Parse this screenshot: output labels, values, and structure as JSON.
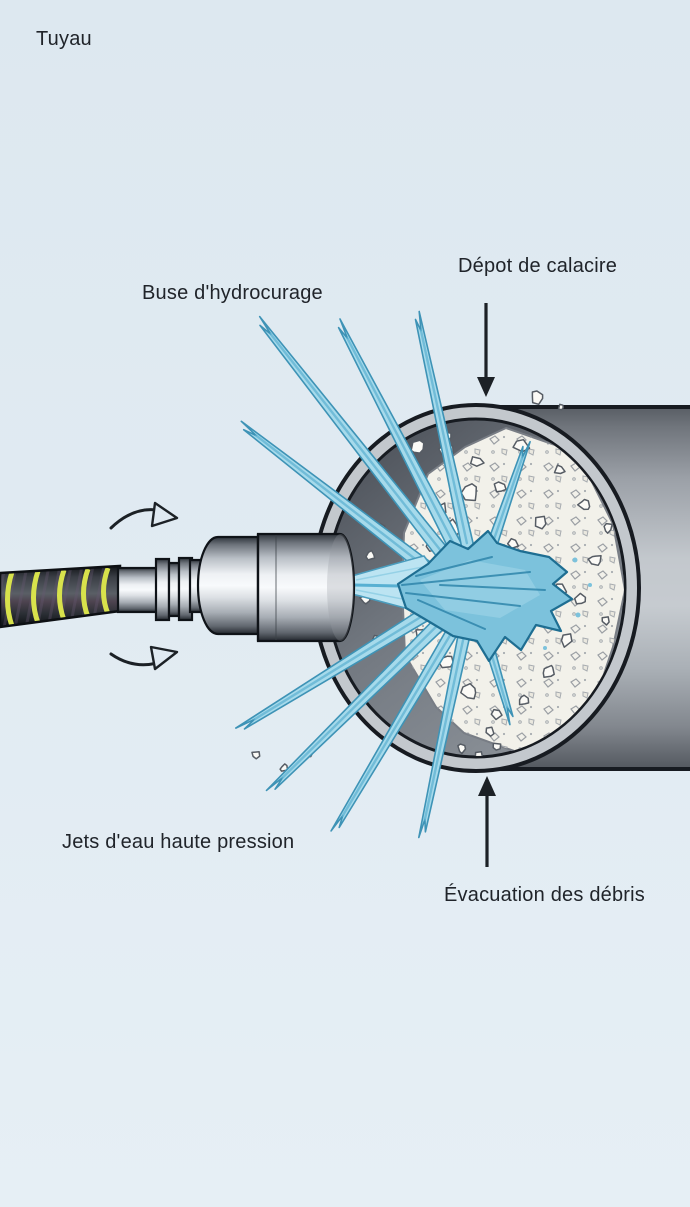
{
  "labels": {
    "pipe": "Tuyau",
    "nozzle": "Buse d'hydrocurage",
    "deposit": "Dépot de calacire",
    "water_jets": "Jets d'eau haute pression",
    "evacuation": "Évacuation des débris"
  },
  "colors": {
    "background": "#dfe9f1",
    "label_text": "#20242a",
    "arrow": "#1c2126",
    "jet_fill": "#a6daeb",
    "jet_outline": "#3e93b6",
    "jet_core": "#5fb2d2",
    "splash_fill": "#7cc2dc",
    "splash_outline": "#1e6e92",
    "splash_streak": "#2f86ab",
    "pipe_light": "#c3c8cd",
    "pipe_outline": "#171b21",
    "deposit_fill": "#f2f1ea",
    "chunk_fill": "#fbfaf6",
    "chunk_outline": "#565c64",
    "hose_body": "#2c3036",
    "hose_stripe": "#d8e24c"
  }
}
